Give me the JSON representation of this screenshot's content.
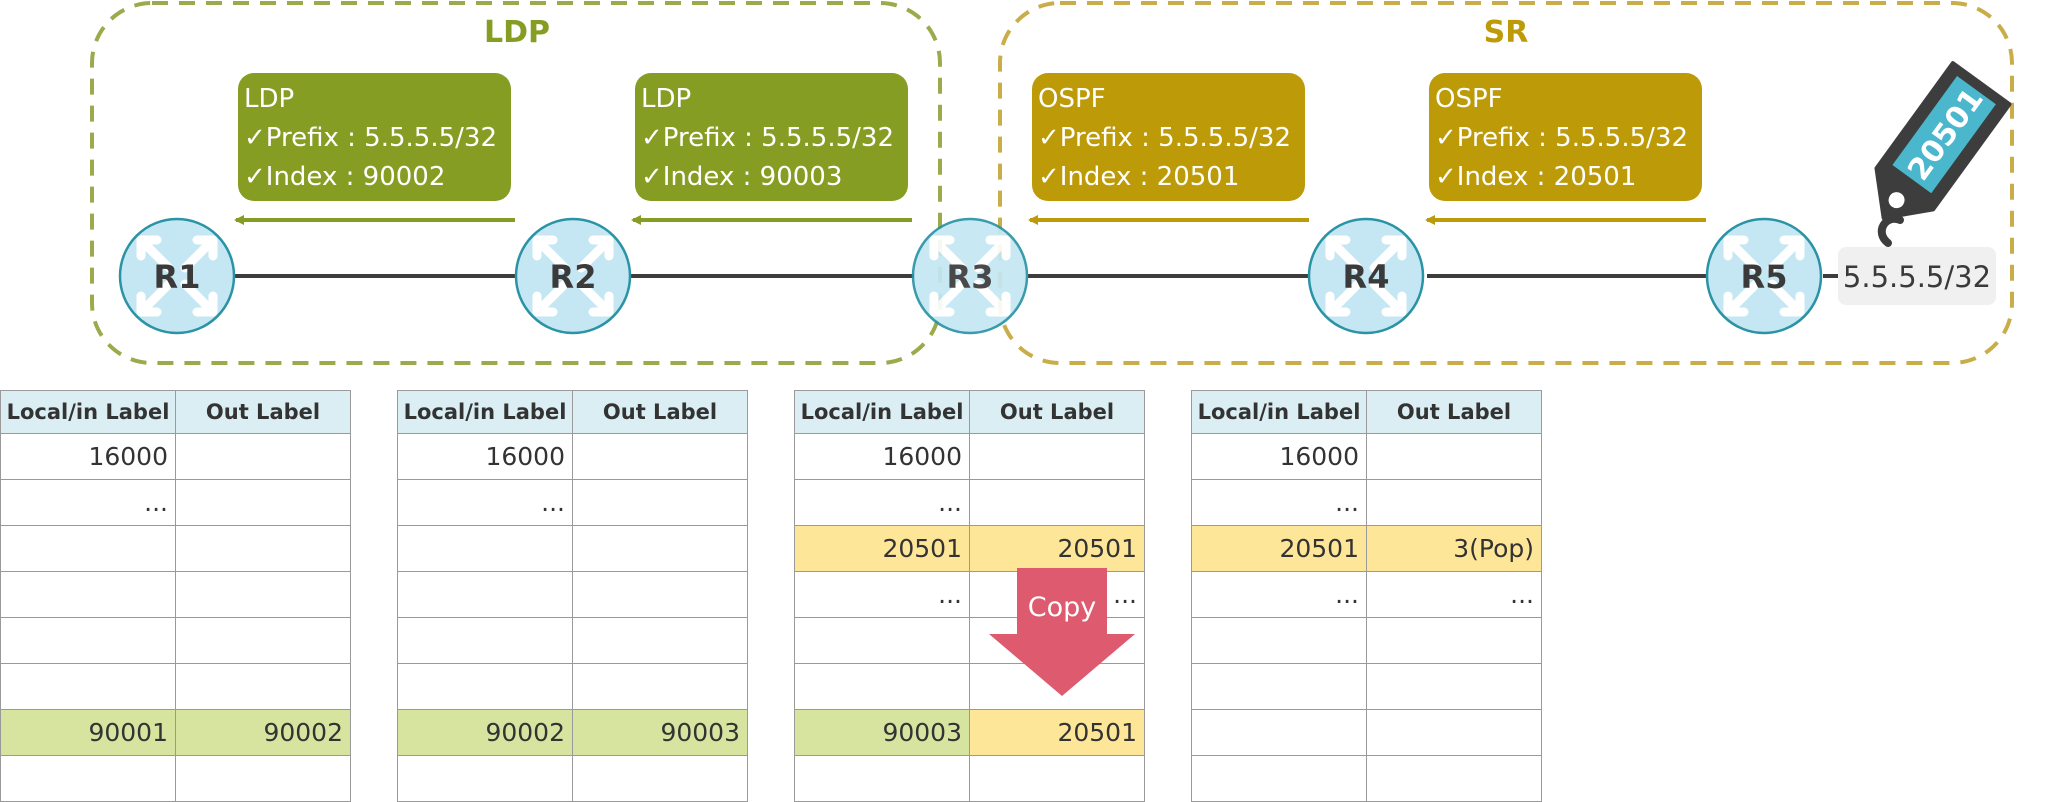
{
  "regions": [
    {
      "title": "LDP",
      "color": "#9aab4c"
    },
    {
      "title": "SR",
      "color": "#c9ad48"
    }
  ],
  "routers": [
    "R1",
    "R2",
    "R3",
    "R4",
    "R5"
  ],
  "advertisements": [
    {
      "protocol": "LDP",
      "prefix": "✓Prefix : 5.5.5.5/32",
      "index": "✓Index : 90002",
      "color": "#869d24"
    },
    {
      "protocol": "LDP",
      "prefix": "✓Prefix : 5.5.5.5/32",
      "index": "✓Index : 90003",
      "color": "#869d24"
    },
    {
      "protocol": "OSPF",
      "prefix": "✓Prefix : 5.5.5.5/32",
      "index": "✓Index : 20501",
      "color": "#bd9a07"
    },
    {
      "protocol": "OSPF",
      "prefix": "✓Prefix : 5.5.5.5/32",
      "index": "✓Index : 20501",
      "color": "#bd9a07"
    }
  ],
  "prefix_label": "5.5.5.5/32",
  "sid_tag": "20501",
  "copy_label": "Copy",
  "colors": {
    "router_fill": "#c4e7f3",
    "router_stroke": "#2a93a5",
    "tag_body": "#3d3d3d",
    "tag_label": "#4bb7cd",
    "copy_arrow": "#de5a6e",
    "row_green": "#d7e4a0",
    "row_yellow": "#fee699",
    "header_bg": "#daeef3"
  },
  "tables": [
    {
      "headers": [
        "Local/in Label",
        "Out Label"
      ],
      "rows": [
        [
          "16000",
          ""
        ],
        [
          "...",
          ""
        ],
        [
          "",
          ""
        ],
        [
          "",
          ""
        ],
        [
          "",
          ""
        ],
        [
          "",
          ""
        ],
        [
          "90001",
          "90002"
        ],
        [
          "",
          ""
        ]
      ],
      "highlights": [
        [
          null,
          null
        ],
        [
          null,
          null
        ],
        [
          null,
          null
        ],
        [
          null,
          null
        ],
        [
          null,
          null
        ],
        [
          null,
          null
        ],
        [
          "green",
          "green"
        ],
        [
          null,
          null
        ]
      ]
    },
    {
      "headers": [
        "Local/in Label",
        "Out Label"
      ],
      "rows": [
        [
          "16000",
          ""
        ],
        [
          "...",
          ""
        ],
        [
          "",
          ""
        ],
        [
          "",
          ""
        ],
        [
          "",
          ""
        ],
        [
          "",
          ""
        ],
        [
          "90002",
          "90003"
        ],
        [
          "",
          ""
        ]
      ],
      "highlights": [
        [
          null,
          null
        ],
        [
          null,
          null
        ],
        [
          null,
          null
        ],
        [
          null,
          null
        ],
        [
          null,
          null
        ],
        [
          null,
          null
        ],
        [
          "green",
          "green"
        ],
        [
          null,
          null
        ]
      ]
    },
    {
      "headers": [
        "Local/in Label",
        "Out Label"
      ],
      "rows": [
        [
          "16000",
          ""
        ],
        [
          "...",
          ""
        ],
        [
          "20501",
          "20501"
        ],
        [
          "...",
          "..."
        ],
        [
          "",
          ""
        ],
        [
          "",
          ""
        ],
        [
          "90003",
          "20501"
        ],
        [
          "",
          ""
        ]
      ],
      "highlights": [
        [
          null,
          null
        ],
        [
          null,
          null
        ],
        [
          "yellow",
          "yellow"
        ],
        [
          null,
          null
        ],
        [
          null,
          null
        ],
        [
          null,
          null
        ],
        [
          "green",
          "yellow"
        ],
        [
          null,
          null
        ]
      ]
    },
    {
      "headers": [
        "Local/in Label",
        "Out Label"
      ],
      "rows": [
        [
          "16000",
          ""
        ],
        [
          "...",
          ""
        ],
        [
          "20501",
          "3(Pop)"
        ],
        [
          "...",
          "..."
        ],
        [
          "",
          ""
        ],
        [
          "",
          ""
        ],
        [
          "",
          ""
        ],
        [
          "",
          ""
        ]
      ],
      "highlights": [
        [
          null,
          null
        ],
        [
          null,
          null
        ],
        [
          "yellow",
          "yellow"
        ],
        [
          null,
          null
        ],
        [
          null,
          null
        ],
        [
          null,
          null
        ],
        [
          null,
          null
        ],
        [
          null,
          null
        ]
      ]
    }
  ]
}
